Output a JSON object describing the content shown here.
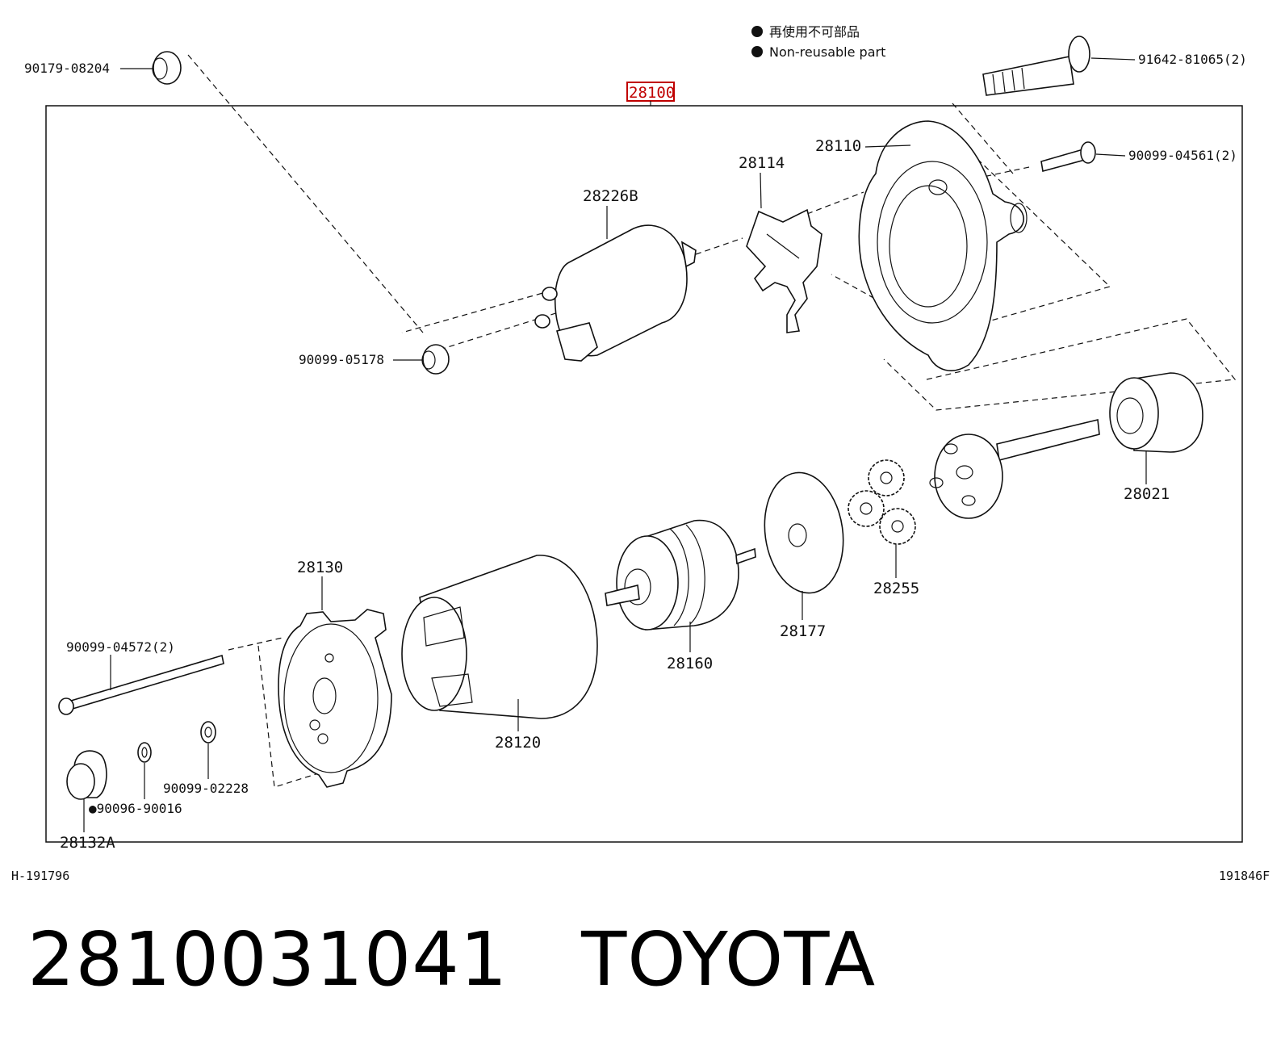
{
  "legend": {
    "japanese": "再使用不可部品",
    "english": "Non-reusable part"
  },
  "assembly_number": "28100",
  "parts": {
    "nut_top": "90179-08204",
    "bolt_top_right": "91642-81065(2)",
    "bolt_right": "90099-04561(2)",
    "housing": "28110",
    "lever": "28114",
    "solenoid": "28226B",
    "nut_small": "90099-05178",
    "pinion": "28021",
    "gear_set": "28255",
    "plate": "28177",
    "armature": "28160",
    "yoke": "28120",
    "end_frame": "28130",
    "through_bolt": "90099-04572(2)",
    "washer": "90099-02228",
    "clip": "●90096-90016",
    "cap": "28132A"
  },
  "codes": {
    "left": "H-191796",
    "right": "191846F"
  },
  "footer": {
    "part_number": "2810031041",
    "brand": "TOYOTA"
  }
}
